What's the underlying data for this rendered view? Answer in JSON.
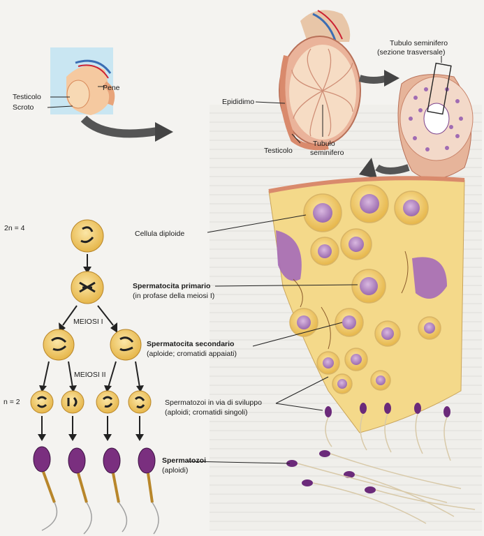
{
  "inset_labels": {
    "penis": "Pene",
    "testicle": "Testicolo",
    "scrotum": "Scroto"
  },
  "testis_labels": {
    "epididymis": "Epididimo",
    "testicle": "Testicolo",
    "tubule_line1": "Tubulo",
    "tubule_line2": "seminifero"
  },
  "cross_section": {
    "line1": "Tubulo seminifero",
    "line2": "(sezione trasversale)"
  },
  "ploidy": {
    "diploid": "2n = 4",
    "haploid": "n = 2"
  },
  "meiosis": {
    "first": "MEIOSI I",
    "second": "MEIOSI II"
  },
  "cells": {
    "diploid": "Cellula diploide",
    "primary_title": "Spermatocita primario",
    "primary_sub": "(in profase della meiosi I)",
    "secondary_title": "Spermatocita secondario",
    "secondary_sub": "(aploide; cromatidi appaiati)",
    "developing_line1": "Spermatozoi in via di sviluppo",
    "developing_line2": "(aploidi; cromatidi singoli)",
    "sperm_title": "Spermatozoi",
    "sperm_sub": "(aploidi)"
  },
  "colors": {
    "cell_fill": "#f2cf6f",
    "nucleus": "#b58ac4",
    "sperm_head": "#7a2f7f",
    "tissue": "#f4d98a",
    "tubule": "#e6b49a"
  }
}
